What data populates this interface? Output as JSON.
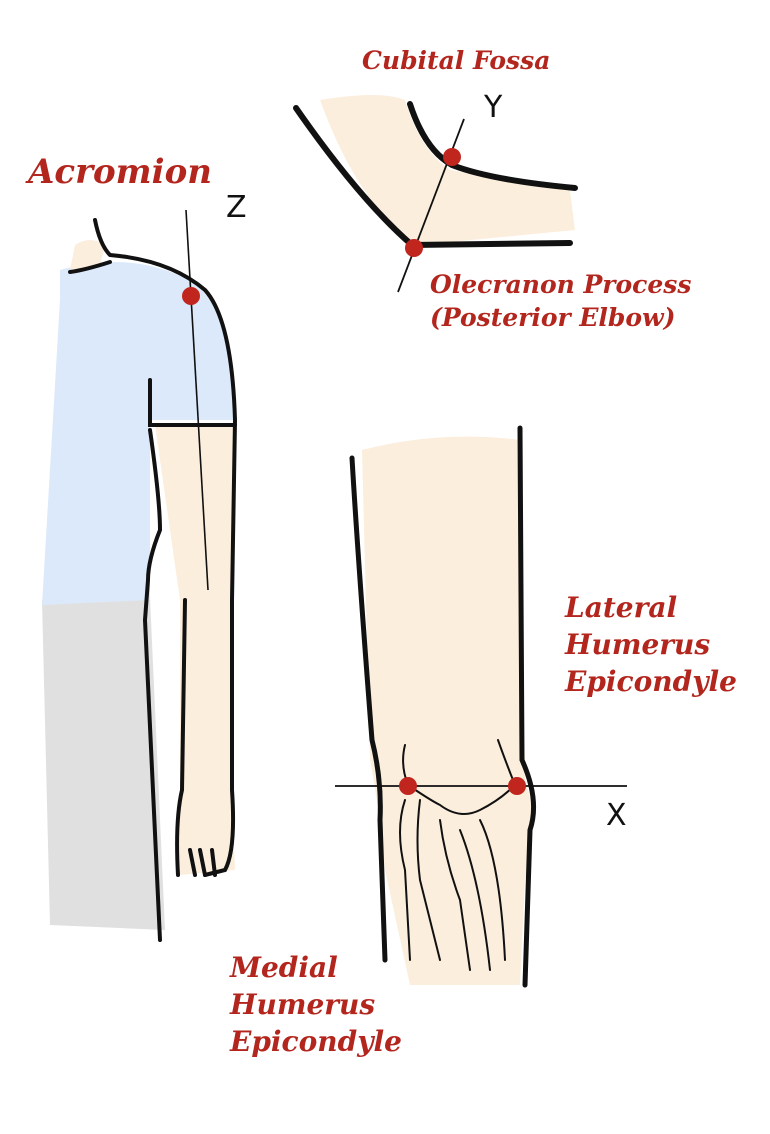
{
  "labels": {
    "cubital_fossa": "Cubital Fossa",
    "acromion": "Acromion",
    "olecranon": "Olecranon Process\n(Posterior Elbow)",
    "lateral_epicondyle": "Lateral\nHumerus\nEpicondyle",
    "medial_epicondyle": "Medial\nHumerus\nEpicondyle"
  },
  "axes": {
    "x": "X",
    "y": "Y",
    "z": "Z"
  },
  "colors": {
    "label": "#b3261e",
    "landmark": "#c0261e",
    "skin": "#fbeedd",
    "shirt": "#dbe9fb",
    "pants": "#e0e0e0",
    "ink": "#111111"
  }
}
